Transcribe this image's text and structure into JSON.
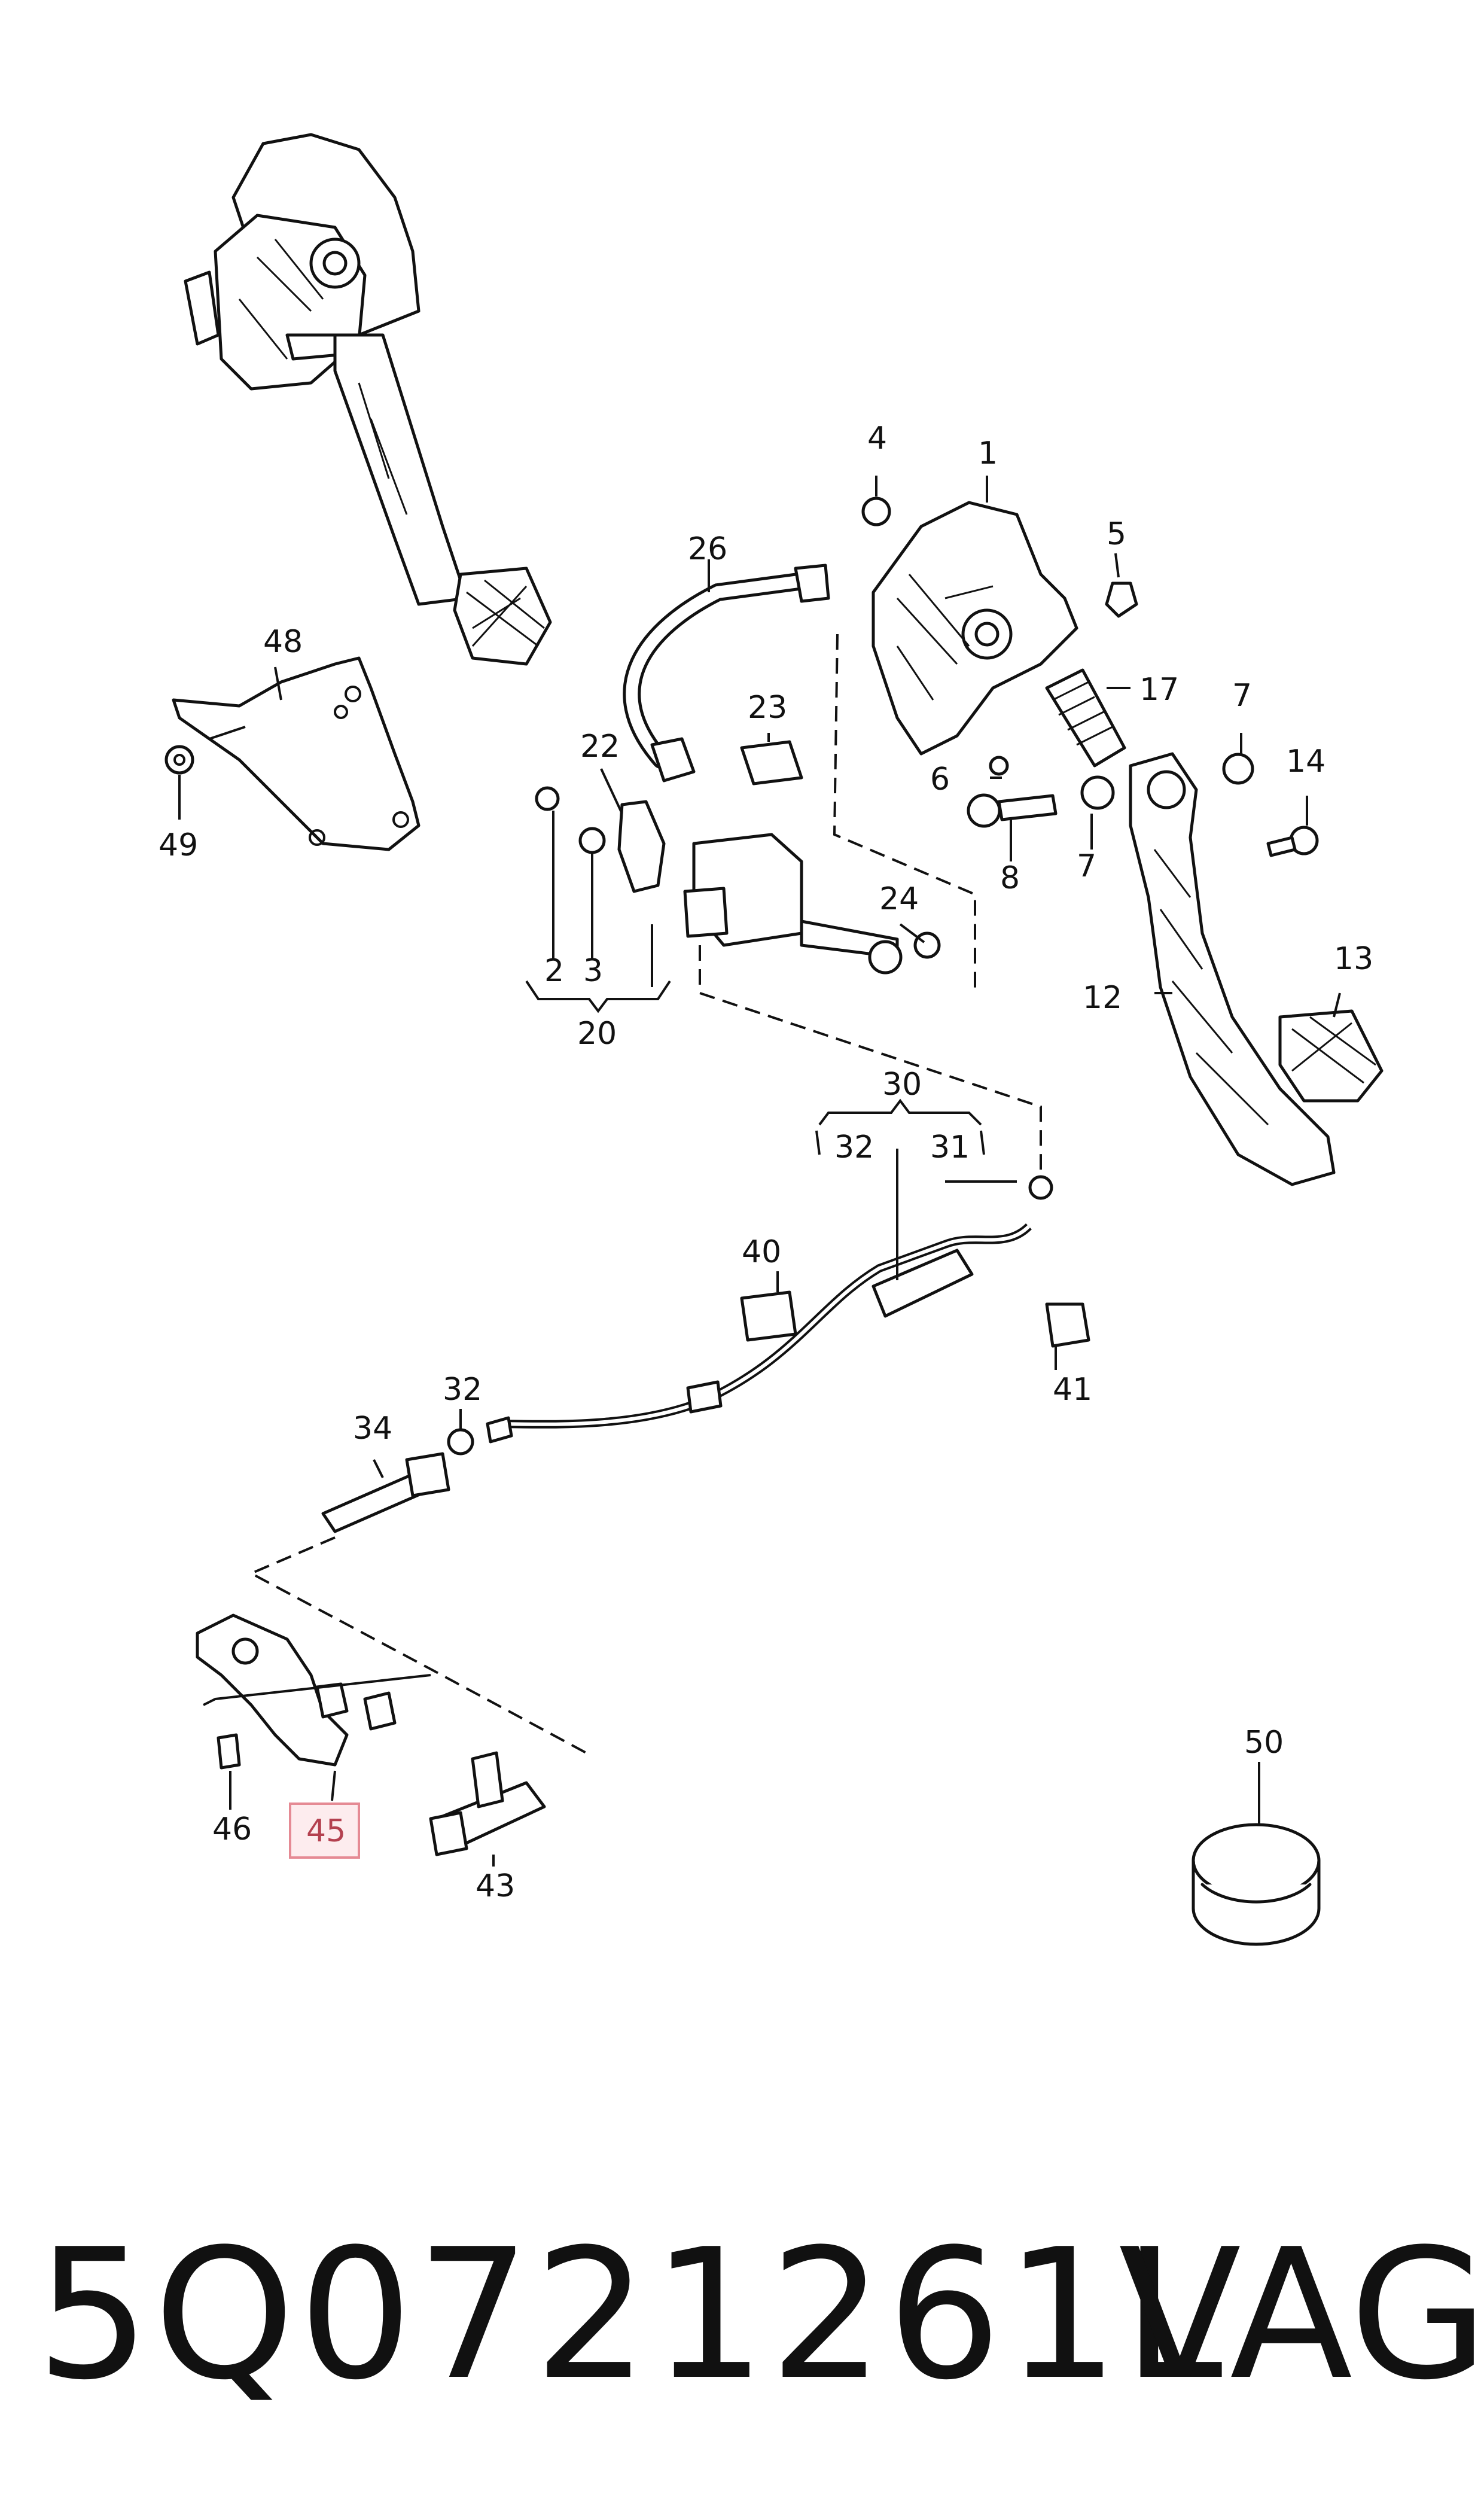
{
  "diagram": {
    "callouts": {
      "c1": "1",
      "c2": "2",
      "c3": "3",
      "c4": "4",
      "c5": "5",
      "c6": "6",
      "c7a": "7",
      "c7b": "7",
      "c8": "8",
      "c12": "12",
      "c13": "13",
      "c14": "14",
      "c17": "17",
      "c20": "20",
      "c22": "22",
      "c23": "23",
      "c24": "24",
      "c26": "26",
      "c30": "30",
      "c31": "31",
      "c32a": "32",
      "c32b": "32",
      "c34": "34",
      "c40": "40",
      "c41": "41",
      "c43": "43",
      "c45": "45",
      "c46": "46",
      "c48": "48",
      "c49": "49",
      "c50": "50"
    },
    "highlighted_callout": "45",
    "highlight_color": "#e58a94"
  },
  "footer": {
    "part_number": "5Q0721261L",
    "brand": "VAG"
  }
}
